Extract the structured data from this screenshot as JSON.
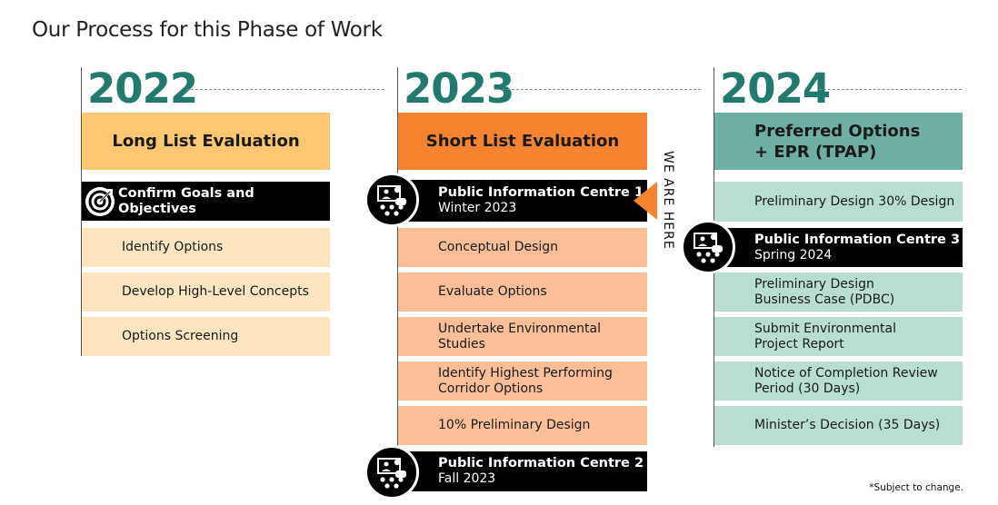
{
  "title": "Our Process for this Phase of Work",
  "colors": {
    "year_text": "#227a6e",
    "phase2022_header": "#fdc671",
    "phase2022_item": "#fde6bf",
    "phase2023_header": "#f5832f",
    "phase2023_item": "#fbbf98",
    "phase2024_header": "#6dafa2",
    "phase2024_item": "#b9dcd3",
    "black": "#000000"
  },
  "icons": [
    "target-icon",
    "presentation-icon",
    "we-are-here-arrow-icon"
  ],
  "columns": [
    {
      "year": "2022",
      "header": "Long List Evaluation",
      "milestone": "Confirm Goals and Objectives",
      "items": [
        "Identify Options",
        "Develop High-Level Concepts",
        "Options Screening"
      ]
    },
    {
      "year": "2023",
      "header": "Short List Evaluation",
      "pic1": {
        "title": "Public Information Centre 1",
        "sub": "Winter 2023"
      },
      "items": [
        "Conceptual Design",
        "Evaluate Options",
        "Undertake Environmental Studies",
        "Identify Highest Performing Corridor Options",
        "10% Preliminary Design"
      ],
      "pic2": {
        "title": "Public Information Centre 2",
        "sub": "Fall 2023"
      },
      "marker": "WE ARE HERE"
    },
    {
      "year": "2024",
      "header": "Preferred Options + EPR (TPAP)",
      "header_line1": "Preferred Options",
      "header_line2": "+ EPR (TPAP)",
      "items_top": [
        "Preliminary Design 30% Design"
      ],
      "pic3": {
        "title": "Public Information Centre 3",
        "sub": "Spring 2024"
      },
      "items": [
        "Preliminary Design Business Case (PDBC)",
        "Submit Environmental Project Report",
        "Notice of Completion Review Period (30 Days)",
        "Minister’s Decision (35 Days)"
      ]
    }
  ],
  "footnote": "*Subject to change."
}
